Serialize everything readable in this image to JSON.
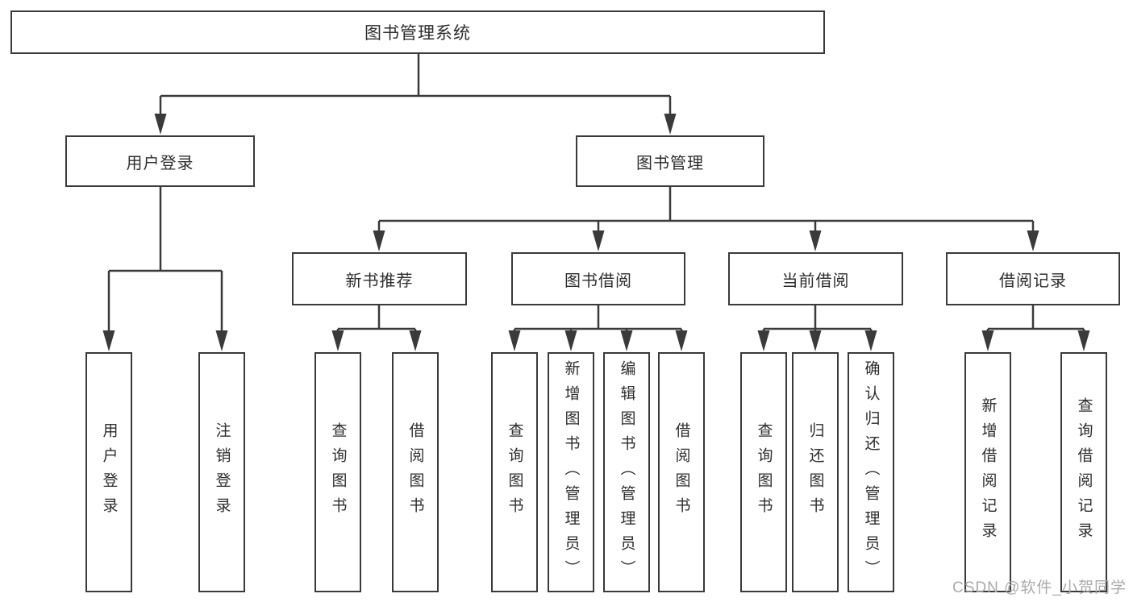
{
  "tree": {
    "label": "图书管理系统",
    "children": [
      {
        "label": "用户登录",
        "children": [
          {
            "label": "用户登录"
          },
          {
            "label": "注销登录"
          }
        ]
      },
      {
        "label": "图书管理",
        "children": [
          {
            "label": "新书推荐",
            "children": [
              {
                "label": "查询图书"
              },
              {
                "label": "借阅图书"
              }
            ]
          },
          {
            "label": "图书借阅",
            "children": [
              {
                "label": "查询图书"
              },
              {
                "label": "新增图书（管理员）"
              },
              {
                "label": "编辑图书（管理员）"
              },
              {
                "label": "借阅图书"
              }
            ]
          },
          {
            "label": "当前借阅",
            "children": [
              {
                "label": "查询图书"
              },
              {
                "label": "归还图书"
              },
              {
                "label": "确认归还（管理员）"
              }
            ]
          },
          {
            "label": "借阅记录",
            "children": [
              {
                "label": "新增借阅记录"
              },
              {
                "label": "查询借阅记录"
              }
            ]
          }
        ]
      }
    ]
  },
  "watermark": {
    "text": "CSDN @软件_小贺同学"
  },
  "colors": {
    "line": "#3a3a3a",
    "text": "#2d2d2d",
    "watermark": "#aaaaaa",
    "background": "#ffffff"
  }
}
